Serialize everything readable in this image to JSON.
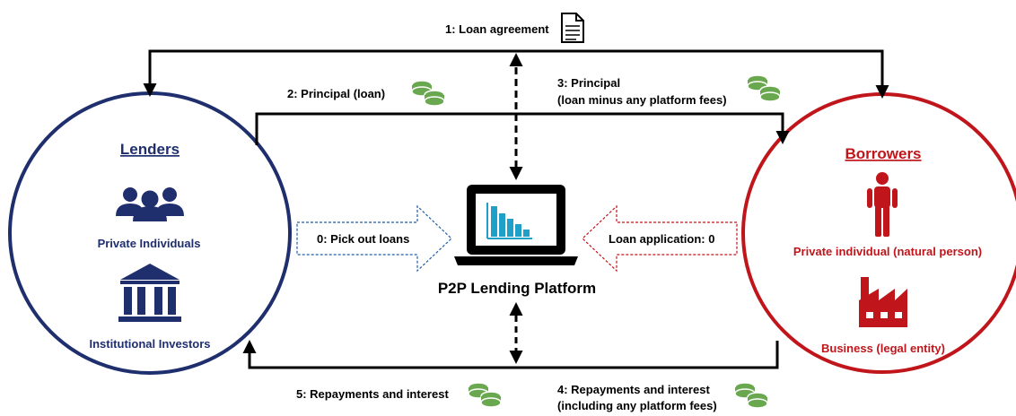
{
  "colors": {
    "lenders": "#1f2f6e",
    "borrowers": "#c0161b",
    "money": "#6aa84f",
    "chart": "#1fa0c8"
  },
  "lenders": {
    "title": "Lenders",
    "types": [
      "Private Individuals",
      "Institutional Investors"
    ]
  },
  "borrowers": {
    "title": "Borrowers",
    "types": [
      "Private individual (natural person)",
      "Business (legal entity)"
    ]
  },
  "platform": {
    "label": "P2P Lending Platform"
  },
  "flows": {
    "step0_lender": "0: Pick out loans",
    "step0_borrower": "Loan application: 0",
    "step1": "1: Loan agreement",
    "step2": "2: Principal (loan)",
    "step3_line1": "3: Principal",
    "step3_line2": "(loan minus any platform fees)",
    "step4_line1": "4: Repayments and interest",
    "step4_line2": "(including any platform fees)",
    "step5": "5: Repayments and interest"
  },
  "icons": {
    "document": "document-icon",
    "coins": "coins-icon",
    "people": "people-group-icon",
    "bank": "bank-icon",
    "person": "person-icon",
    "factory": "factory-icon",
    "laptop": "laptop-chart-icon"
  }
}
